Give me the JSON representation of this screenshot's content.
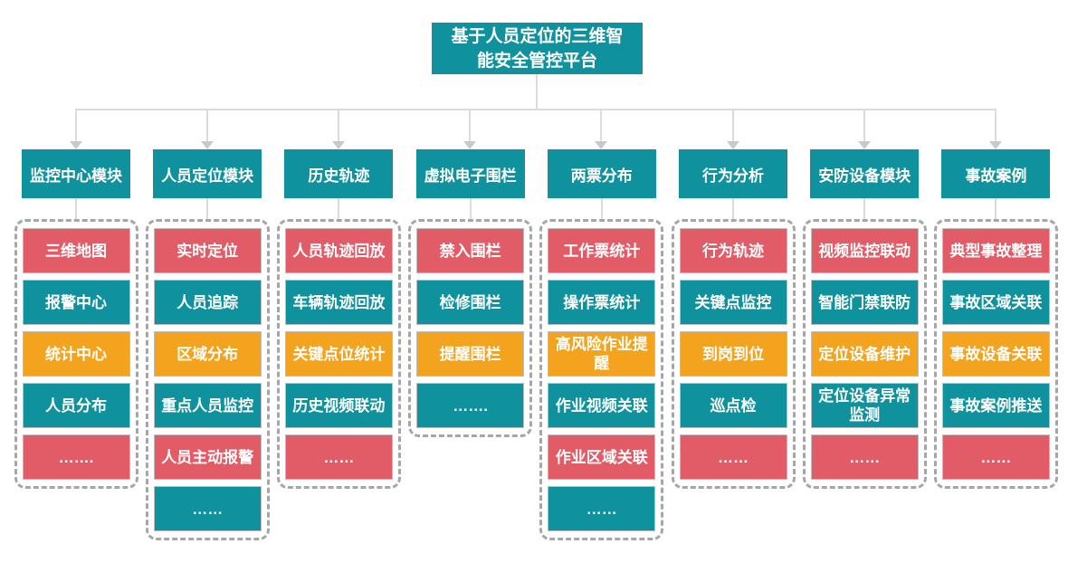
{
  "palette": {
    "teal": "#0F929E",
    "red": "#E25C67",
    "orange": "#F3A31D",
    "connector_line": "#DBDBDB",
    "arrow": "#C9C9C9",
    "dashed_border": "#A6A6A6",
    "text": "#FFFFFF"
  },
  "root": {
    "title": "基于人员定位的三维智\n能安全管控平台"
  },
  "columns": [
    {
      "header": "监控中心模块",
      "items": [
        {
          "label": "三维地图",
          "color": "red"
        },
        {
          "label": "报警中心",
          "color": "teal"
        },
        {
          "label": "统计中心",
          "color": "orange"
        },
        {
          "label": "人员分布",
          "color": "teal"
        },
        {
          "label": "…….",
          "color": "red"
        }
      ]
    },
    {
      "header": "人员定位模块",
      "items": [
        {
          "label": "实时定位",
          "color": "red"
        },
        {
          "label": "人员追踪",
          "color": "teal"
        },
        {
          "label": "区域分布",
          "color": "orange"
        },
        {
          "label": "重点人员监控",
          "color": "teal"
        },
        {
          "label": "人员主动报警",
          "color": "red"
        },
        {
          "label": "……",
          "color": "teal"
        }
      ]
    },
    {
      "header": "历史轨迹",
      "items": [
        {
          "label": "人员轨迹回放",
          "color": "red"
        },
        {
          "label": "车辆轨迹回放",
          "color": "teal"
        },
        {
          "label": "关键点位统计",
          "color": "orange"
        },
        {
          "label": "历史视频联动",
          "color": "teal"
        },
        {
          "label": "……",
          "color": "red"
        }
      ]
    },
    {
      "header": "虚拟电子围栏",
      "items": [
        {
          "label": "禁入围栏",
          "color": "red"
        },
        {
          "label": "检修围栏",
          "color": "teal"
        },
        {
          "label": "提醒围栏",
          "color": "orange"
        },
        {
          "label": "…….",
          "color": "teal"
        }
      ]
    },
    {
      "header": "两票分布",
      "items": [
        {
          "label": "工作票统计",
          "color": "red"
        },
        {
          "label": "操作票统计",
          "color": "teal"
        },
        {
          "label": "高风险作业提\n醒",
          "color": "orange"
        },
        {
          "label": "作业视频关联",
          "color": "teal"
        },
        {
          "label": "作业区域关联",
          "color": "red"
        },
        {
          "label": "……",
          "color": "teal"
        }
      ]
    },
    {
      "header": "行为分析",
      "items": [
        {
          "label": "行为轨迹",
          "color": "red"
        },
        {
          "label": "关键点监控",
          "color": "teal"
        },
        {
          "label": "到岗到位",
          "color": "orange"
        },
        {
          "label": "巡点检",
          "color": "teal"
        },
        {
          "label": "……",
          "color": "red"
        }
      ]
    },
    {
      "header": "安防设备模块",
      "items": [
        {
          "label": "视频监控联动",
          "color": "red"
        },
        {
          "label": "智能门禁联防",
          "color": "teal"
        },
        {
          "label": "定位设备维护",
          "color": "orange"
        },
        {
          "label": "定位设备异常\n监测",
          "color": "teal"
        },
        {
          "label": "……",
          "color": "red"
        }
      ]
    },
    {
      "header": "事故案例",
      "items": [
        {
          "label": "典型事故整理",
          "color": "red"
        },
        {
          "label": "事故区域关联",
          "color": "teal"
        },
        {
          "label": "事故设备关联",
          "color": "orange"
        },
        {
          "label": "事故案例推送",
          "color": "teal"
        },
        {
          "label": "……",
          "color": "red"
        }
      ]
    }
  ]
}
